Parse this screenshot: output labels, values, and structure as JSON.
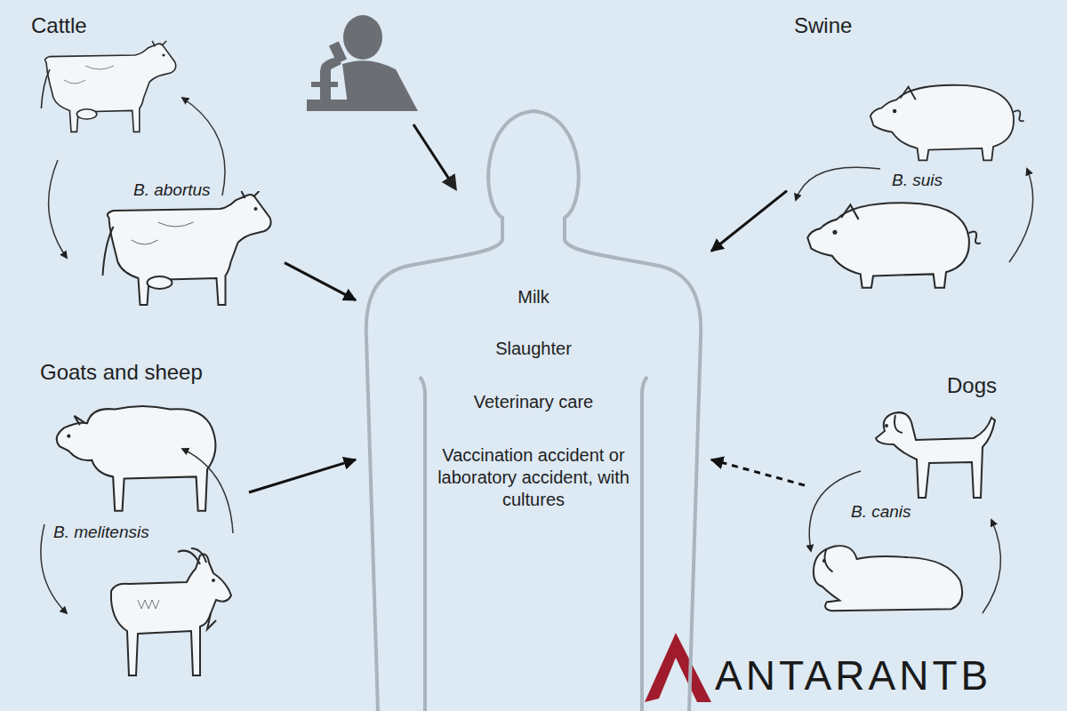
{
  "diagram": {
    "nodes": [
      {
        "text": [
          "Cattle",
          "B. abortus"
        ]
      },
      {
        "text": [
          "Swine",
          "B. suis"
        ]
      },
      {
        "text": [
          "Milk",
          "Slaughter",
          "Veterinary care",
          "Vaccination accident or laboratory accident, with cultures"
        ]
      },
      {
        "text": [
          "Goats and sheep",
          "B. melitensis"
        ]
      },
      {
        "text": [
          "Dogs",
          "B. canis"
        ]
      }
    ],
    "edges": [
      {
        "from": 0,
        "to": 2,
        "arrow": "to"
      },
      {
        "from": 1,
        "to": 2,
        "arrow": "to"
      },
      {
        "from": 3,
        "to": 2,
        "arrow": "to"
      },
      {
        "from": 4,
        "to": 2,
        "arrow": "to"
      }
    ],
    "labels": [
      "ANTARA",
      "NTB"
    ]
  }
}
